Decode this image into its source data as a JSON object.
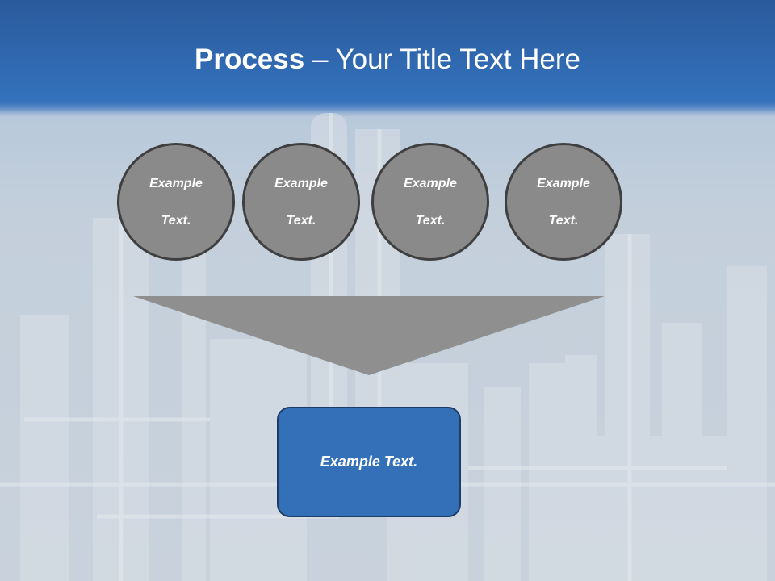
{
  "slide": {
    "title_bold": "Process",
    "title_rest": " – Your Title Text Here"
  },
  "circles": [
    {
      "line1": "Example",
      "line2": "Text."
    },
    {
      "line1": "Example",
      "line2": "Text."
    },
    {
      "line1": "Example",
      "line2": "Text."
    },
    {
      "line1": "Example",
      "line2": "Text."
    }
  ],
  "result": {
    "label": "Example Text."
  },
  "colors": {
    "header": "#2f67ad",
    "circle_fill": "#8a8a8a",
    "circle_border": "#3f3f3f",
    "funnel": "#8f8f8f",
    "result_fill": "#3470b7",
    "result_border": "#1e3d66"
  }
}
